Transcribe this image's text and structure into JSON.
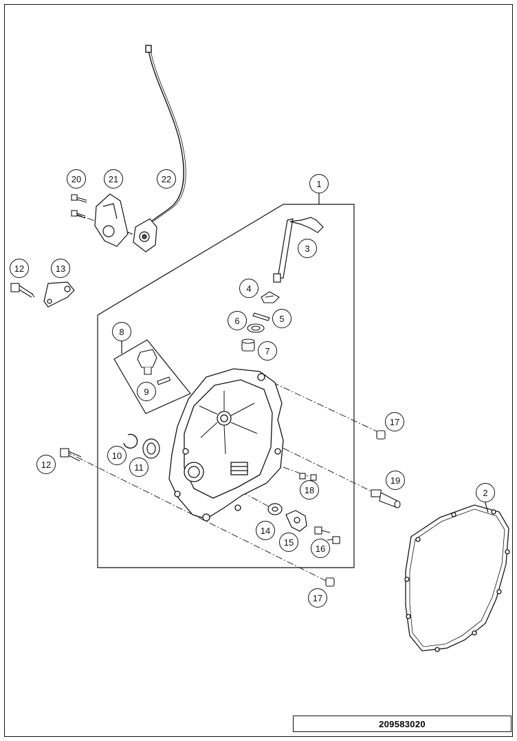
{
  "diagram_code": "209583020",
  "callouts": [
    "1",
    "2",
    "3",
    "4",
    "5",
    "6",
    "7",
    "8",
    "9",
    "10",
    "11",
    "12",
    "12",
    "13",
    "14",
    "15",
    "16",
    "17",
    "17",
    "18",
    "19",
    "20",
    "21",
    "22"
  ]
}
